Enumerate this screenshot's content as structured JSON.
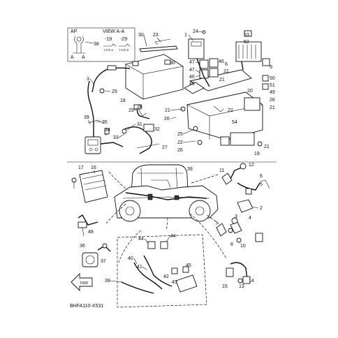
{
  "inset": {
    "ap": "AP",
    "view": "VIEW A-A",
    "ref_38": "38",
    "ref_19": "-19",
    "ref_29": "-29",
    "type_a": "TYPE A",
    "type_b": "TYPE B",
    "a_left": "A",
    "a_right": "A"
  },
  "diagram_code": "BHFA110-X531",
  "fwd_label": "FWD",
  "part_numbers": {
    "p1": "1",
    "p2": "2",
    "p3": "3",
    "p4": "4",
    "p5": "5",
    "p6": "6",
    "p7": "7",
    "p8": "8",
    "p9": "9",
    "p10": "10",
    "p11": "11",
    "p12": "12",
    "p13": "13",
    "p14": "14",
    "p15": "15",
    "p16": "16",
    "p17": "17",
    "p18": "18",
    "p19": "19",
    "p20": "20",
    "p21a": "21",
    "p21b": "21",
    "p21c": "21",
    "p21d": "21",
    "p21e": "21",
    "p22a": "22",
    "p22b": "22",
    "p23": "23",
    "p24": "24",
    "p25": "25",
    "p26a": "26",
    "p26b": "26",
    "p26c": "26",
    "p27": "27",
    "p28": "28",
    "p29a": "29",
    "p29b": "29",
    "p30a": "30",
    "p30b": "30",
    "p31": "31",
    "p32": "32",
    "p33": "33",
    "p34": "34",
    "p35": "35",
    "p36": "36",
    "p37": "37",
    "p39a": "39",
    "p39b": "39",
    "p39c": "39",
    "p40": "40",
    "p41": "41",
    "p42": "42",
    "p43": "43",
    "p44a": "44",
    "p44b": "44",
    "p45": "45",
    "p46a": "46",
    "p46b": "46",
    "p47a": "47",
    "p47b": "47",
    "p48": "48",
    "p49": "49",
    "p50": "50",
    "p51": "51",
    "p52": "52",
    "p53": "53",
    "p54": "54"
  }
}
